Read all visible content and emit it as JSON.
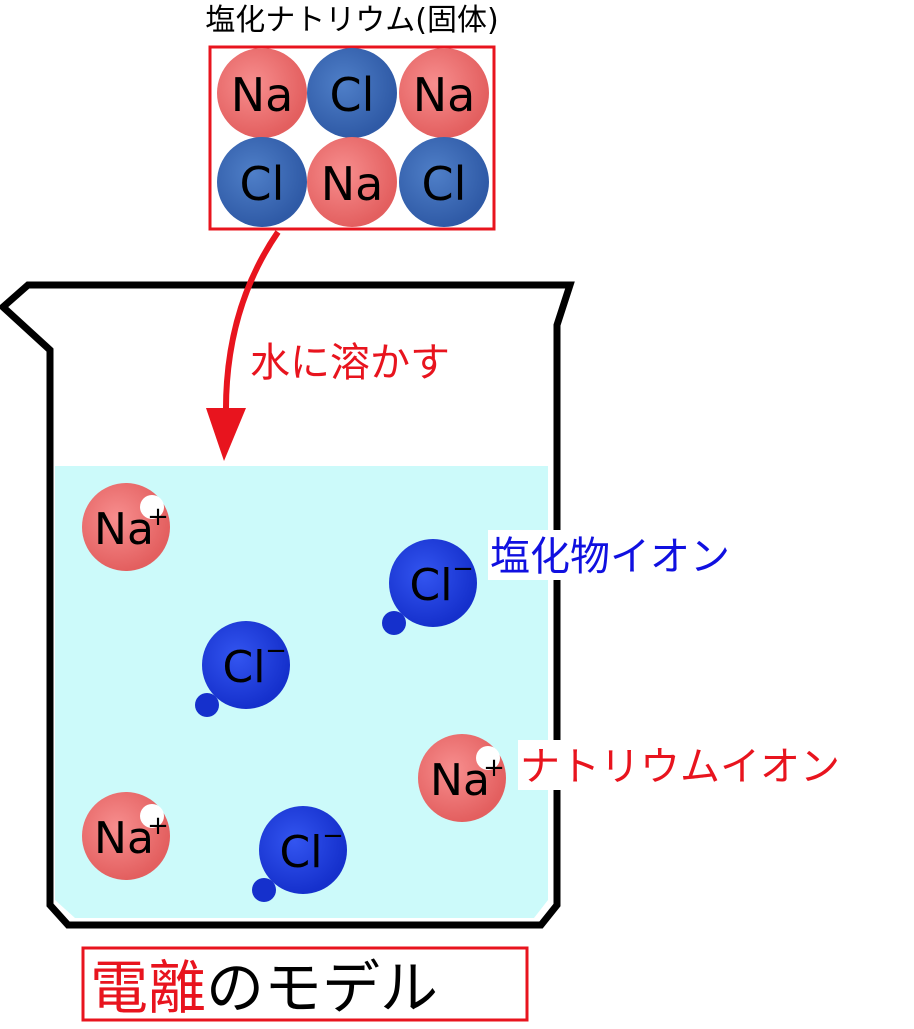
{
  "solid_title": "塩化ナトリウム(固体)",
  "action_label": "水に溶かす",
  "label_chloride_ion": "塩化物イオン",
  "label_sodium_ion": "ナトリウムイオン",
  "footer": {
    "highlight": "電離",
    "rest": "のモデル"
  },
  "ion_plus_sign": "+",
  "ion_minus_sign": "−",
  "solid_grid": [
    [
      "Na",
      "Cl",
      "Na"
    ],
    [
      "Cl",
      "Na",
      "Cl"
    ]
  ],
  "ions_in_water": [
    {
      "symbol": "Na",
      "charge": "+"
    },
    {
      "symbol": "Cl",
      "charge": "−"
    },
    {
      "symbol": "Cl",
      "charge": "−"
    },
    {
      "symbol": "Na",
      "charge": "+"
    },
    {
      "symbol": "Na",
      "charge": "+"
    },
    {
      "symbol": "Cl",
      "charge": "−"
    }
  ],
  "colors": {
    "sodium": "#ee6f6f",
    "chloride_solid": "#3a68b4",
    "chloride_ion": "#1f3fe0",
    "water": "#ccfafa",
    "accent_red": "#e8141e",
    "label_blue": "#1010e0"
  }
}
